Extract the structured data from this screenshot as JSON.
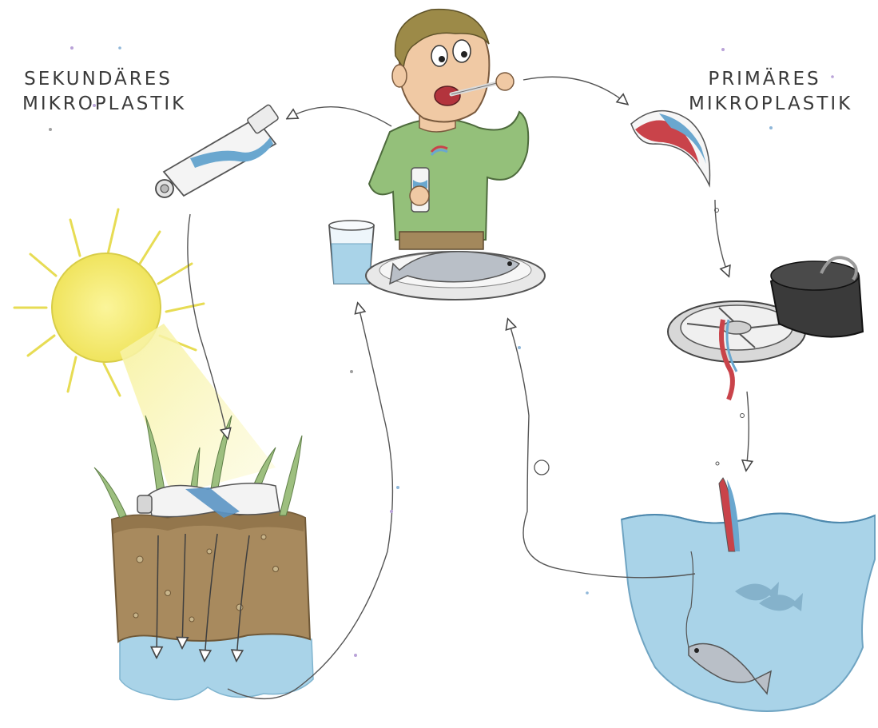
{
  "labels": {
    "secondary": [
      "SEKUNDÄRES",
      "MIKROPLASTIK"
    ],
    "primary": [
      "PRIMÄRES",
      "MIKROPLASTIK"
    ]
  },
  "colors": {
    "water": "#a9d3e8",
    "soil": "#a88a5e",
    "sun": "#f3ea6a",
    "shirt": "#94c07a",
    "paste_red": "#c9434a",
    "paste_blue": "#6aa7cf",
    "line": "#555555"
  },
  "icons": {
    "sun": "sun-icon",
    "person": "person-brushing-teeth",
    "tube": "toothpaste-tube",
    "paste": "toothpaste-strip",
    "drain": "drain-with-plug",
    "fish": "fish-icon",
    "soil": "soil-block",
    "ocean": "ocean-cutaway"
  }
}
